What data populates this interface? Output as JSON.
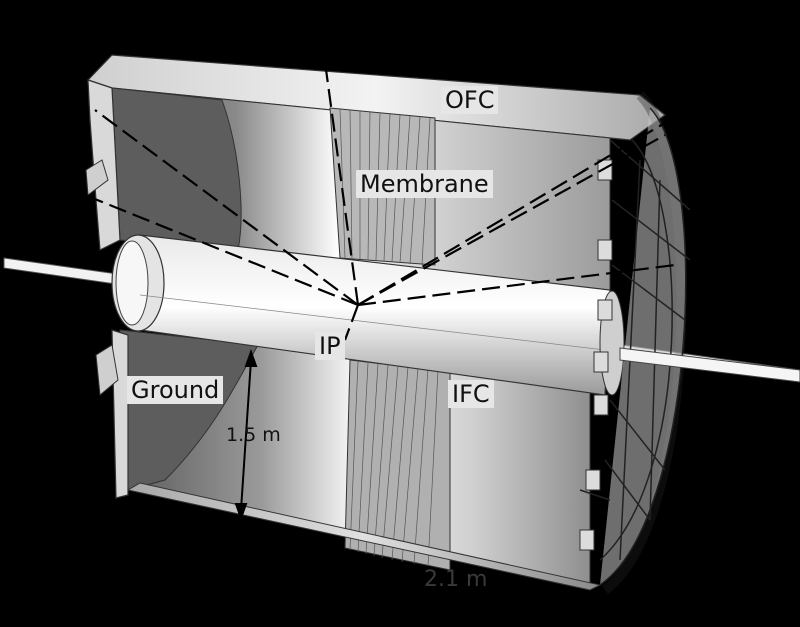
{
  "diagram": {
    "labels": {
      "ofc": "OFC",
      "membrane": "Membrane",
      "ip": "IP",
      "ground": "Ground",
      "ifc": "IFC",
      "radius": "1.5 m",
      "length": "2.1 m"
    },
    "colors": {
      "background": "#000000",
      "field_cage": "#bdbdbd",
      "shadow": "#5a5a5a",
      "highlight": "#f5f5f5",
      "label_box": "#e6e6e6"
    }
  }
}
